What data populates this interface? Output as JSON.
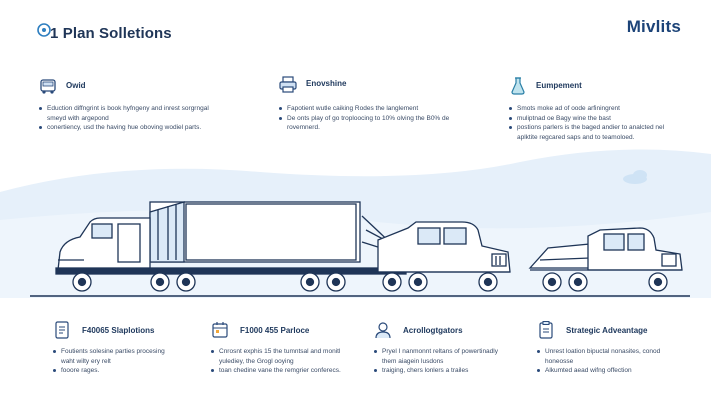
{
  "header": {
    "title": "1 Plan Solletions",
    "brand": "Mivlits",
    "logo_icon": "globe-icon"
  },
  "top_blocks": [
    {
      "icon": "truck-front-icon",
      "title": "Owid",
      "bullets": [
        "Eduction diffngrint is book hyfngeny and inrest sorgrngal smeyd with argepond",
        "conertiency, usd the having hue oboving wodiel parts."
      ]
    },
    {
      "icon": "printer-icon",
      "title": "Enovshine",
      "bullets": [
        "Fapotient wutle caiking Rodes the langlement",
        "De onts play of go troploocing to 10% olving the B0% de rovemnerd."
      ]
    },
    {
      "icon": "flask-icon",
      "title": "Eumpement",
      "bullets": [
        "Smots moke ad of oode arfiningrent",
        "muliptnad oe Bagy wine the bast",
        "postions parlers is the baged andier to analcted nel aplktite regcared saps and to teamoloed."
      ]
    }
  ],
  "bottom_blocks": [
    {
      "icon": "document-icon",
      "title": "F40065 Slaplotions",
      "bullets": [
        "Foutients solesine parties procesing waht wilty ery relt",
        "fooore rages."
      ]
    },
    {
      "icon": "calendar-icon",
      "title": "F1000 455 Parloce",
      "bullets": [
        "Cnrosnt exphis 15 the tumntsal and monitl yulediey, the Grogl ooying",
        "toan chedine vane the remgrier conferecs."
      ]
    },
    {
      "icon": "person-icon",
      "title": "Acrollogtgators",
      "bullets": [
        "Pryel I nanmonnt reltans of powertinadly them aiagein lusdons",
        "traiging, chers lonlers a trailes"
      ]
    },
    {
      "icon": "clipboard-icon",
      "title": "Strategic Adveantage",
      "bullets": [
        "Unrest loation bipuctal nonasites, conod honeosse",
        "Alkumted aead wifng offection"
      ]
    }
  ],
  "scene": {
    "description_icons": [
      "cloud-icon",
      "truck-trailer-icon",
      "truck-cab-icon",
      "flatbed-truck-icon"
    ]
  },
  "colors": {
    "navy": "#1f3557",
    "accent_blue": "#2f6fb3",
    "sky": "#dbe9f7",
    "cloud": "#c9dff3"
  }
}
